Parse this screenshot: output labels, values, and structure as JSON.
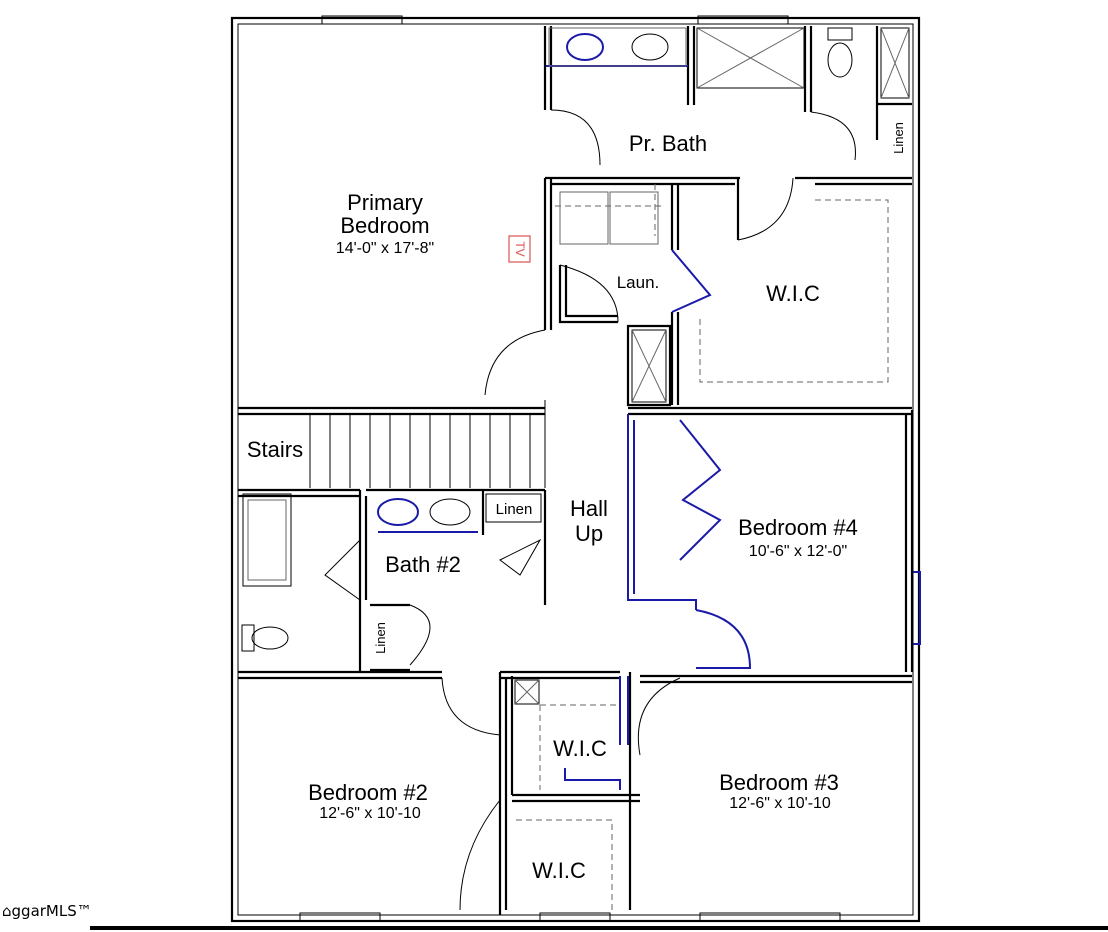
{
  "rooms": {
    "primary_bedroom": {
      "name_line1": "Primary",
      "name_line2": "Bedroom",
      "size": "14'-0\" x 17'-8\""
    },
    "primary_bath": {
      "name": "Pr. Bath"
    },
    "linen_top": {
      "name": "Linen"
    },
    "laundry": {
      "name": "Laun."
    },
    "wic_top": {
      "name": "W.I.C"
    },
    "tv": {
      "name": "TV"
    },
    "stairs": {
      "name": "Stairs"
    },
    "hall": {
      "name_line1": "Hall",
      "name_line2": "Up"
    },
    "bath2": {
      "name": "Bath #2"
    },
    "linen_bath2": {
      "name": "Linen"
    },
    "linen_hall": {
      "name": "Linen"
    },
    "bedroom4": {
      "name": "Bedroom #4",
      "size": "10'-6\" x 12'-0\""
    },
    "bedroom2": {
      "name": "Bedroom #2",
      "size": "12'-6\" x 10'-10"
    },
    "bedroom3": {
      "name": "Bedroom #3",
      "size": "12'-6\" x 10'-10"
    },
    "wic_mid": {
      "name": "W.I.C"
    },
    "wic_bottom": {
      "name": "W.I.C"
    }
  },
  "logo": {
    "text": "ggarMLS™",
    "icon": "house-icon"
  },
  "colors": {
    "walls": "#000000",
    "doors_blue": "#1a1aa8",
    "tv_red": "#d9534f"
  }
}
